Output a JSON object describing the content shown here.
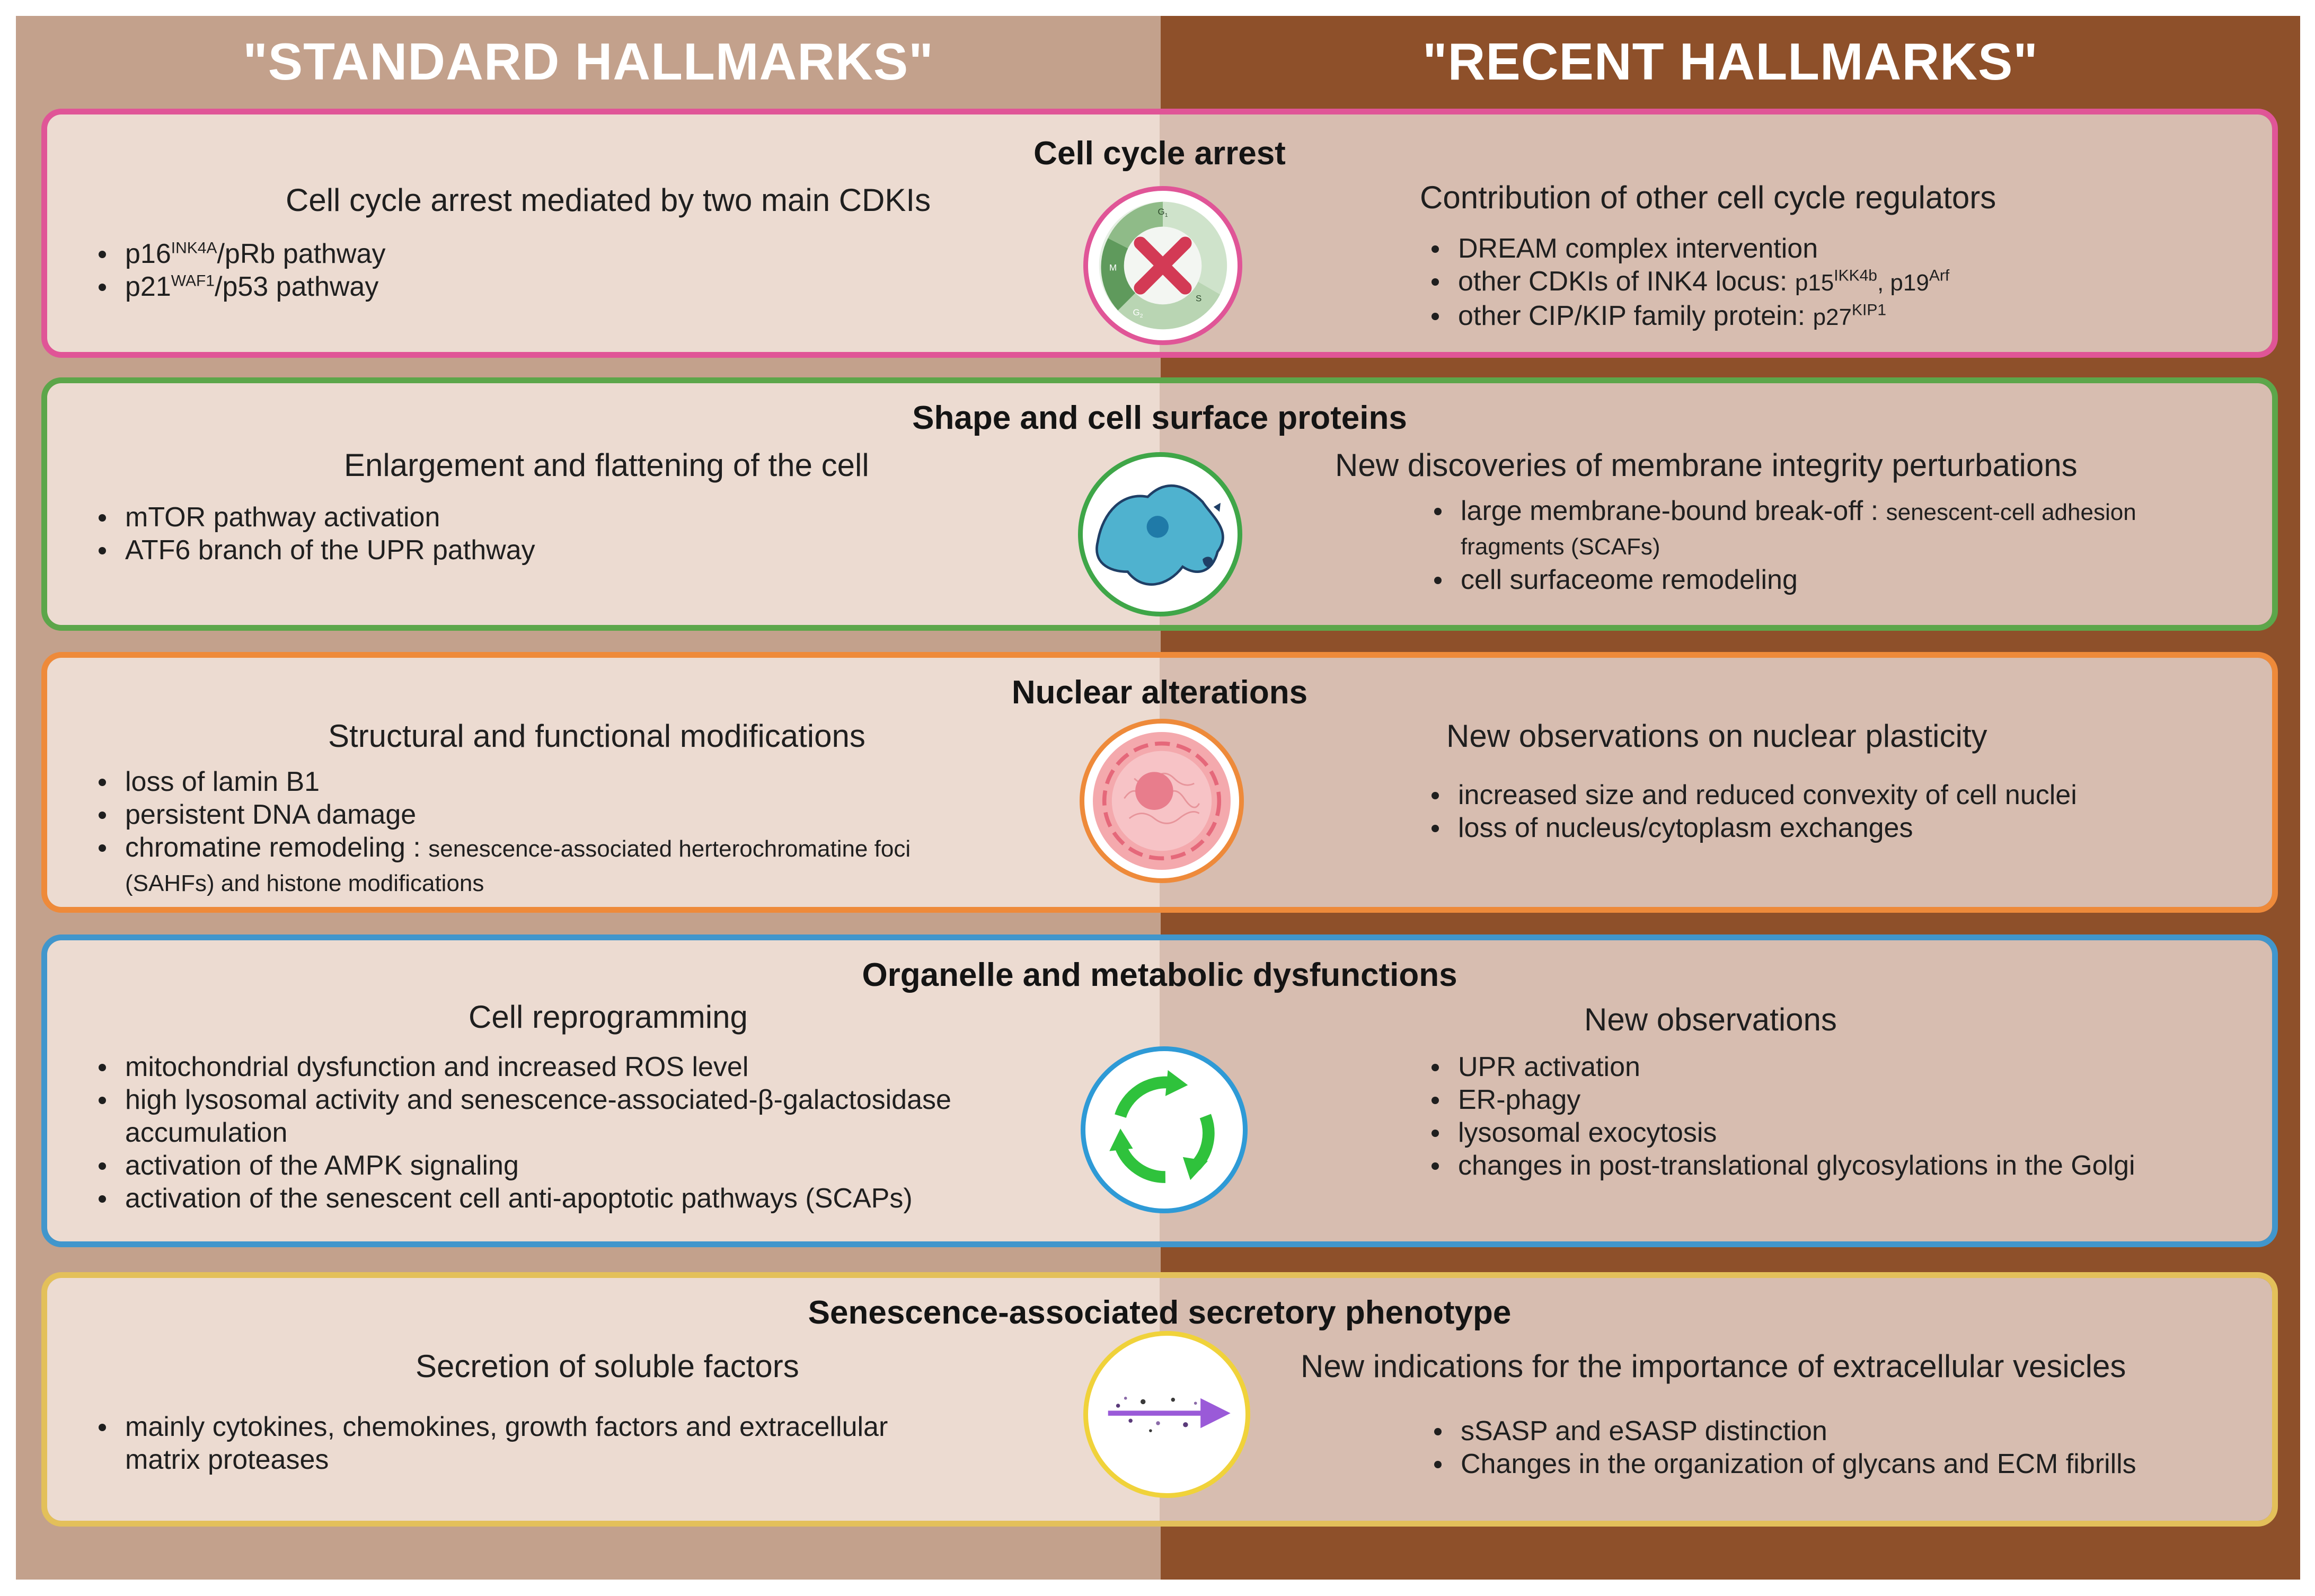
{
  "headers": {
    "left": "\"STANDARD HALLMARKS\"",
    "right": "\"RECENT HALLMARKS\""
  },
  "colors": {
    "left_background": "#c3a18c",
    "right_background": "#8e502a",
    "cell_cycle_border": "#e05597",
    "shape_border": "#5ca64a",
    "nuclear_border": "#ee8a3a",
    "organelle_border": "#4196cc",
    "sasp_border": "#e3c05a"
  },
  "icons": {
    "cell_cycle": "cell-cycle-arrest-icon",
    "shape": "flattened-cell-icon",
    "nuclear": "nucleus-icon",
    "organelle": "recycling-arrows-icon",
    "sasp": "secretion-arrow-icon"
  },
  "panels": {
    "cell_cycle": {
      "title": "Cell cycle arrest",
      "left_subtitle": "Cell cycle arrest mediated by two main CDKIs",
      "left_items": [
        {
          "main": "p16",
          "sup": "INK4A",
          "rest": "/pRb pathway"
        },
        {
          "main": "p21",
          "sup": "WAF1",
          "rest": "/p53 pathway"
        }
      ],
      "right_subtitle": "Contribution of other cell cycle regulators",
      "right_items": [
        {
          "text": "DREAM complex intervention"
        },
        {
          "text": "other CDKIs of INK4 locus: ",
          "g1": "p15",
          "s1": "IKK4b",
          "sep": ", ",
          "g2": "p19",
          "s2": "Arf"
        },
        {
          "text": "other CIP/KIP family protein: ",
          "g1": "p27",
          "s1": "KIP1"
        }
      ],
      "phases": {
        "g1": "G",
        "g1_sub": "1",
        "s": "S",
        "g2": "G",
        "g2_sub": "2",
        "m": "M"
      }
    },
    "shape": {
      "title": "Shape and cell surface proteins",
      "left_subtitle": "Enlargement and flattening of the cell",
      "left_items": [
        "mTOR pathway activation",
        "ATF6 branch of the UPR pathway"
      ],
      "right_subtitle": "New discoveries of membrane integrity perturbations",
      "right_items": [
        {
          "main": "large membrane-bound break-off : ",
          "small": "senescent-cell adhesion",
          "cont": "fragments (SCAFs)"
        },
        {
          "main": "cell surfaceome remodeling"
        }
      ]
    },
    "nuclear": {
      "title": "Nuclear alterations",
      "left_subtitle": "Structural and functional modifications",
      "left_items": [
        {
          "main": "loss of lamin B1"
        },
        {
          "main": "persistent DNA damage"
        },
        {
          "main": "chromatine remodeling : ",
          "small": "senescence-associated herterochromatine foci",
          "cont": "(SAHFs) and histone modifications"
        }
      ],
      "right_subtitle": "New observations on nuclear plasticity",
      "right_items": [
        "increased size and reduced convexity of cell nuclei",
        "loss of nucleus/cytoplasm exchanges"
      ]
    },
    "organelle": {
      "title": "Organelle and metabolic dysfunctions",
      "left_subtitle": "Cell reprogramming",
      "left_items": [
        {
          "main": "mitochondrial dysfunction and increased ROS level"
        },
        {
          "main": "high lysosomal activity and senescence-associated-β-galactosidase",
          "cont": "accumulation"
        },
        {
          "main": "activation of the AMPK signaling"
        },
        {
          "main": "activation of the senescent cell anti-apoptotic pathways (SCAPs)"
        }
      ],
      "right_subtitle": "New observations",
      "right_items": [
        "UPR activation",
        "ER-phagy",
        "lysosomal exocytosis",
        "changes in post-translational glycosylations in the Golgi"
      ]
    },
    "sasp": {
      "title": "Senescence-associated secretory phenotype",
      "left_subtitle": "Secretion of soluble factors",
      "left_items": [
        {
          "main": "mainly cytokines, chemokines, growth factors and extracellular",
          "cont": "matrix proteases"
        }
      ],
      "right_subtitle": "New indications for the importance of extracellular vesicles",
      "right_items": [
        "sSASP and eSASP distinction",
        "Changes in the organization of glycans and ECM fibrills"
      ]
    }
  }
}
